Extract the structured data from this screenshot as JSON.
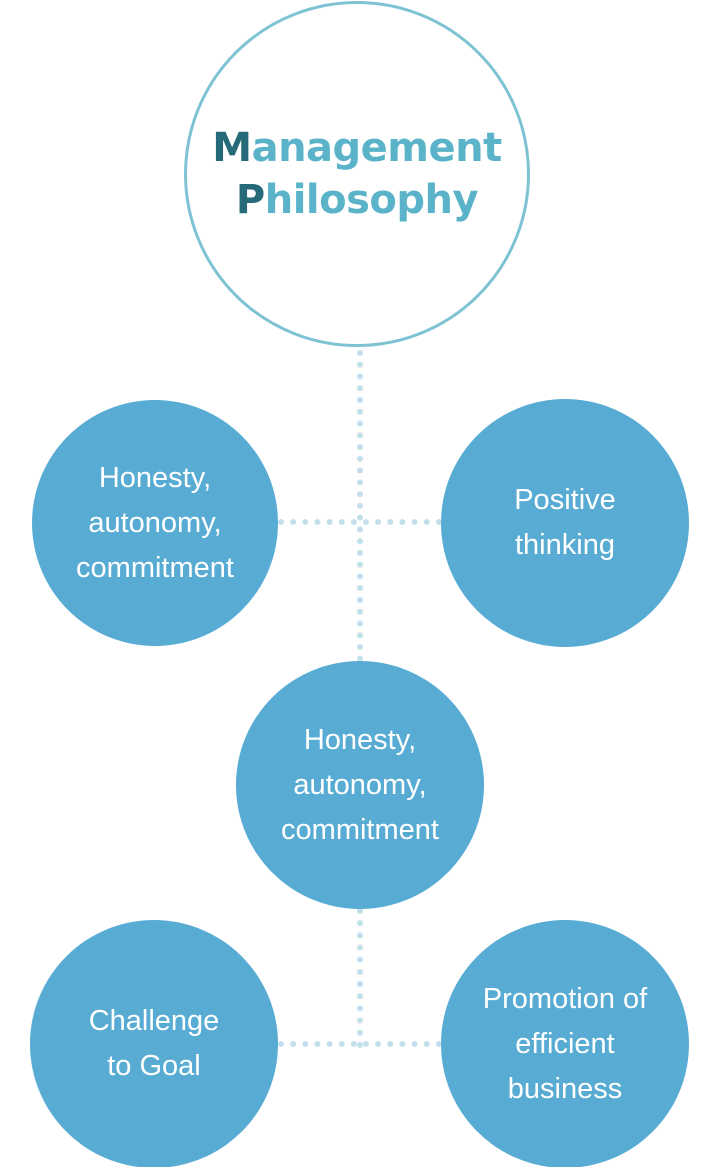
{
  "hub": {
    "line1_initial": "M",
    "line1_rest": "anagement",
    "line2_initial": "P",
    "line2_rest": "hilosophy"
  },
  "nodes": {
    "left_top": "Honesty,\nautonomy,\ncommitment",
    "right_top": "Positive\nthinking",
    "center": "Honesty,\nautonomy,\ncommitment",
    "left_bottom": "Challenge\nto Goal",
    "right_bottom": "Promotion of\nefficient\nbusiness"
  },
  "colors": {
    "node_fill": "#58acd4",
    "hub_border": "#7ec3d3",
    "hub_text": "#5ab3c9",
    "hub_initial": "#266979",
    "connector": "#c4dfec"
  }
}
